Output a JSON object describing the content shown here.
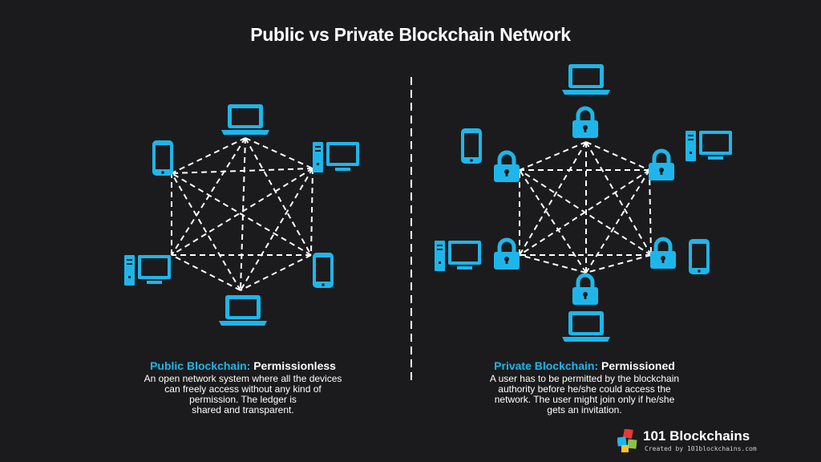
{
  "title": "Public vs Private Blockchain Network",
  "colors": {
    "accent": "#1eb6ea",
    "background": "#1b1b1d",
    "text": "#ffffff",
    "lines": "#ffffff"
  },
  "public": {
    "heading_accent": "Public Blockchain:",
    "heading_rest": " Permissionless",
    "description": "An open network system where all the devices\ncan freely access without any kind of\npermission. The ledger is\nshared and transparent.",
    "nodes": [
      "laptop-icon",
      "desktop-icon",
      "phone-icon",
      "laptop-icon",
      "desktop-icon",
      "phone-icon"
    ]
  },
  "private": {
    "heading_accent": "Private Blockchain:",
    "heading_rest": " Permissioned",
    "description": "A user has to be permitted by the blockchain\nauthority before he/she could access the\nnetwork. The user might join only if he/she\ngets an invitation.",
    "nodes": [
      "lock-icon",
      "lock-icon",
      "lock-icon",
      "lock-icon",
      "lock-icon",
      "lock-icon"
    ],
    "outer_devices": [
      "laptop-icon",
      "desktop-icon",
      "phone-icon",
      "laptop-icon",
      "desktop-icon",
      "phone-icon"
    ]
  },
  "brand": {
    "name": "101 Blockchains",
    "tagline": "Created by 101blockchains.com"
  }
}
